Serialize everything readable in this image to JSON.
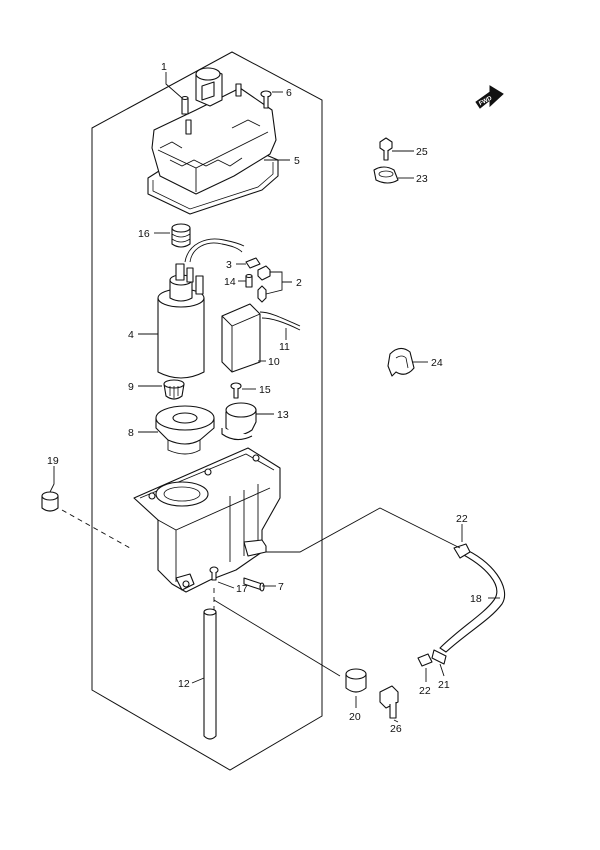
{
  "diagram": {
    "fwd_label": "FWD",
    "callouts": {
      "c1": "1",
      "c2": "2",
      "c3": "3",
      "c4": "4",
      "c5": "5",
      "c6": "6",
      "c7": "7",
      "c8": "8",
      "c9": "9",
      "c10": "10",
      "c11": "11",
      "c12": "12",
      "c13": "13",
      "c14": "14",
      "c15": "15",
      "c16": "16",
      "c17": "17",
      "c18": "18",
      "c19": "19",
      "c20": "20",
      "c21": "21",
      "c22a": "22",
      "c22b": "22",
      "c23": "23",
      "c24": "24",
      "c25": "25",
      "c26": "26"
    }
  }
}
